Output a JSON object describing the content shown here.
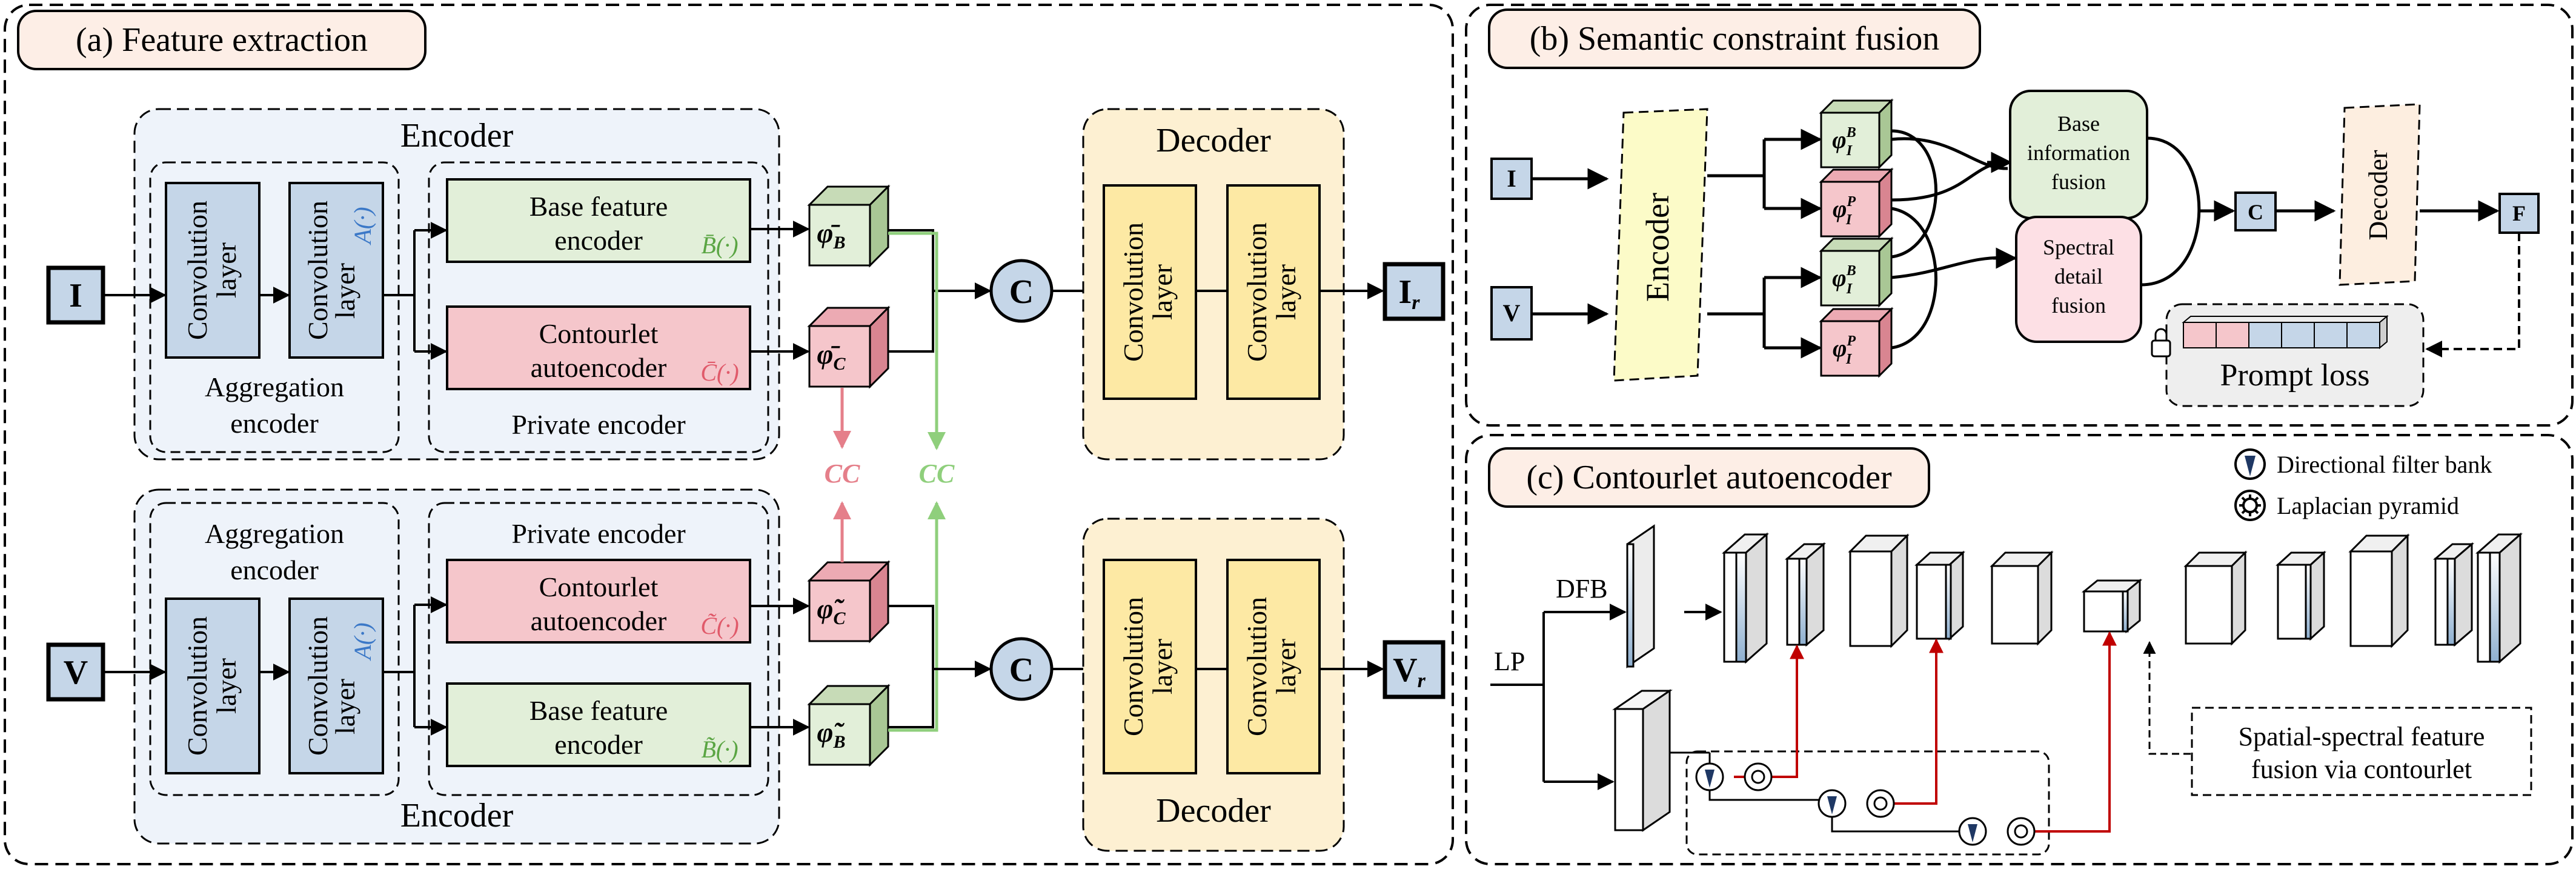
{
  "panel_a": {
    "title": "(a) Feature extraction",
    "top": {
      "encoder_title": "Encoder",
      "agg_caption": [
        "Aggregation",
        "encoder"
      ],
      "priv_caption": "Private encoder",
      "conv1": [
        "Convolution",
        "layer"
      ],
      "conv2": [
        "Convolution",
        "layer"
      ],
      "conv2_fn": "A(·)",
      "base_label": [
        "Base feature",
        "encoder"
      ],
      "base_fn": "B̄(·)",
      "cont_label": [
        "Contourlet",
        "autoencoder"
      ],
      "cont_fn": "C̄(·)",
      "phi_b": "φ̄",
      "phi_b_sub": "B",
      "phi_c": "φ̄",
      "phi_c_sub": "C",
      "concat": "C",
      "decoder_title": "Decoder",
      "dec_conv1": [
        "Convolution",
        "layer"
      ],
      "dec_conv2": [
        "Convolution",
        "layer"
      ],
      "input": "I",
      "output": "I",
      "output_sub": "r"
    },
    "cc_left": "CC",
    "cc_right": "CC",
    "bottom": {
      "encoder_title": "Encoder",
      "agg_caption": [
        "Aggregation",
        "encoder"
      ],
      "priv_caption": "Private encoder",
      "conv1": [
        "Convolution",
        "layer"
      ],
      "conv2": [
        "Convolution",
        "layer"
      ],
      "conv2_fn": "A(·)",
      "cont_label": [
        "Contourlet",
        "autoencoder"
      ],
      "cont_fn": "C̃(·)",
      "base_label": [
        "Base feature",
        "encoder"
      ],
      "base_fn": "B̃(·)",
      "phi_c": "φ̃",
      "phi_c_sub": "C",
      "phi_b": "φ̃",
      "phi_b_sub": "B",
      "concat": "C",
      "decoder_title": "Decoder",
      "dec_conv1": [
        "Convolution",
        "layer"
      ],
      "dec_conv2": [
        "Convolution",
        "layer"
      ],
      "input": "V",
      "output": "V",
      "output_sub": "r"
    }
  },
  "panel_b": {
    "title": "(b) Semantic constraint fusion",
    "input_i": "I",
    "input_v": "V",
    "encoder": "Encoder",
    "phi_1": "φ",
    "phi_1_sup": "B",
    "phi_1_sub": "I",
    "phi_2": "φ",
    "phi_2_sup": "P",
    "phi_2_sub": "I",
    "phi_3": "φ",
    "phi_3_sup": "B",
    "phi_3_sub": "I",
    "phi_4": "φ",
    "phi_4_sup": "P",
    "phi_4_sub": "I",
    "base_fusion": [
      "Base",
      "information",
      "fusion"
    ],
    "spectral_fusion": [
      "Spectral",
      "detail",
      "fusion"
    ],
    "concat": "C",
    "decoder": "Decoder",
    "output": "F",
    "prompt_loss": "Prompt loss"
  },
  "panel_c": {
    "title": "(c) Contourlet autoencoder",
    "legend_dfb": "Directional filter bank",
    "legend_lp": "Laplacian pyramid",
    "dfb_label": "DFB",
    "lp_label": "LP",
    "fusion_note": [
      "Spatial-spectral feature",
      "fusion via contourlet"
    ]
  },
  "colors": {
    "blue_block": "#c5d6e8",
    "green_block": "#e2efd9",
    "red_block": "#f5c6cb",
    "yellow_block": "#fde9a4",
    "encoder_bg": "#eef3fa",
    "decoder_bg": "#fdf0d2",
    "title_bg": "#fdeee6",
    "cc_red": "#e57f8a",
    "cc_green": "#8fcf7c",
    "dark_red_arrow": "#c00000"
  }
}
